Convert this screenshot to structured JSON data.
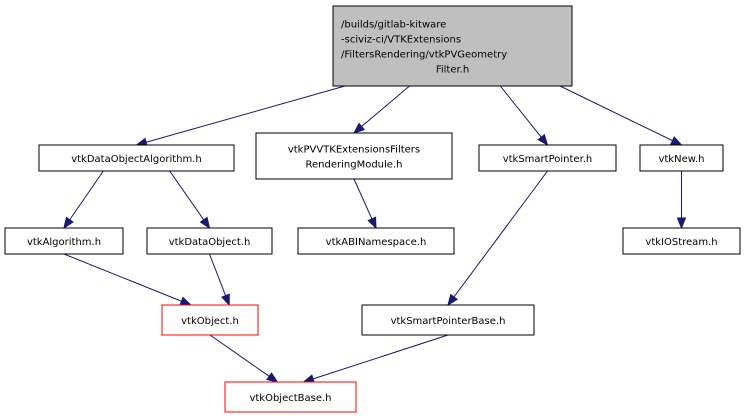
{
  "diagram": {
    "type": "include-dependency-graph",
    "colors": {
      "edge": "#191970",
      "root_fill": "#bfbfbf",
      "node_fill": "#ffffff",
      "node_border": "#000000",
      "truncated_border": "#ff0000"
    },
    "nodes": [
      {
        "id": "root",
        "lines": [
          "/builds/gitlab-kitware",
          "-sciviz-ci/VTKExtensions",
          "/FiltersRendering/vtkPVGeometry",
          "Filter.h"
        ],
        "style": "root"
      },
      {
        "id": "vtkDataObjectAlgorithm",
        "lines": [
          "vtkDataObjectAlgorithm.h"
        ],
        "style": "normal"
      },
      {
        "id": "vtkPVVTKExtensionsFiltersRenderingModule",
        "lines": [
          "vtkPVVTKExtensionsFilters",
          "RenderingModule.h"
        ],
        "style": "normal"
      },
      {
        "id": "vtkSmartPointer",
        "lines": [
          "vtkSmartPointer.h"
        ],
        "style": "normal"
      },
      {
        "id": "vtkNew",
        "lines": [
          "vtkNew.h"
        ],
        "style": "normal"
      },
      {
        "id": "vtkAlgorithm",
        "lines": [
          "vtkAlgorithm.h"
        ],
        "style": "normal"
      },
      {
        "id": "vtkDataObject",
        "lines": [
          "vtkDataObject.h"
        ],
        "style": "normal"
      },
      {
        "id": "vtkABINamespace",
        "lines": [
          "vtkABINamespace.h"
        ],
        "style": "normal"
      },
      {
        "id": "vtkIOStream",
        "lines": [
          "vtkIOStream.h"
        ],
        "style": "normal"
      },
      {
        "id": "vtkObject",
        "lines": [
          "vtkObject.h"
        ],
        "style": "red"
      },
      {
        "id": "vtkSmartPointerBase",
        "lines": [
          "vtkSmartPointerBase.h"
        ],
        "style": "normal"
      },
      {
        "id": "vtkObjectBase",
        "lines": [
          "vtkObjectBase.h"
        ],
        "style": "red"
      }
    ],
    "edges": [
      {
        "from": "root",
        "to": "vtkDataObjectAlgorithm"
      },
      {
        "from": "root",
        "to": "vtkPVVTKExtensionsFiltersRenderingModule"
      },
      {
        "from": "root",
        "to": "vtkSmartPointer"
      },
      {
        "from": "root",
        "to": "vtkNew"
      },
      {
        "from": "vtkDataObjectAlgorithm",
        "to": "vtkAlgorithm"
      },
      {
        "from": "vtkDataObjectAlgorithm",
        "to": "vtkDataObject"
      },
      {
        "from": "vtkPVVTKExtensionsFiltersRenderingModule",
        "to": "vtkABINamespace"
      },
      {
        "from": "vtkSmartPointer",
        "to": "vtkSmartPointerBase"
      },
      {
        "from": "vtkNew",
        "to": "vtkIOStream"
      },
      {
        "from": "vtkAlgorithm",
        "to": "vtkObject"
      },
      {
        "from": "vtkDataObject",
        "to": "vtkObject"
      },
      {
        "from": "vtkObject",
        "to": "vtkObjectBase"
      },
      {
        "from": "vtkSmartPointerBase",
        "to": "vtkObjectBase"
      }
    ]
  }
}
